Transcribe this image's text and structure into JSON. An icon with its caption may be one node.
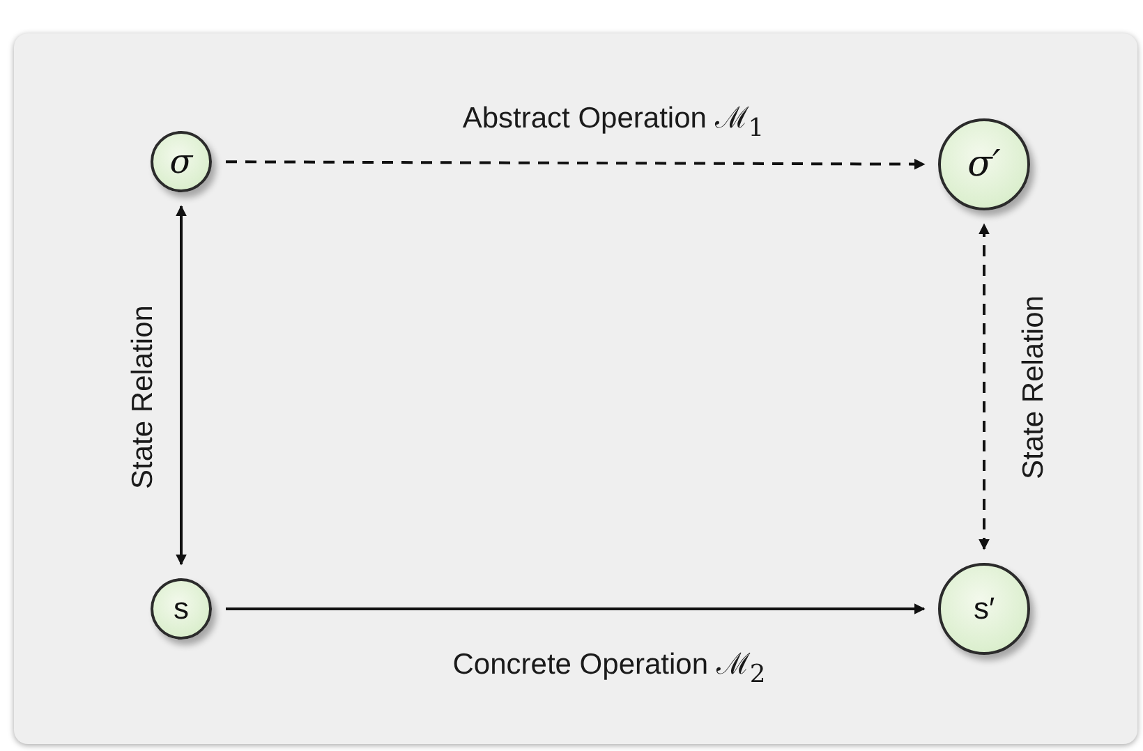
{
  "diagram": {
    "nodes": [
      {
        "text": [
          "σ"
        ]
      },
      {
        "text": [
          "σ′"
        ]
      },
      {
        "text": [
          "s"
        ]
      },
      {
        "text": [
          "s′"
        ]
      }
    ],
    "edges": [
      {
        "from": 0,
        "to": 1,
        "arrow": "to",
        "style": "dashed",
        "label": "Abstract Operation ℳ$_{1}$"
      },
      {
        "from": 2,
        "to": 0,
        "arrow": "both",
        "label": "State Relation"
      },
      {
        "from": 3,
        "to": 1,
        "arrow": "both",
        "style": "dashed",
        "label": "State Relation"
      },
      {
        "from": 2,
        "to": 3,
        "arrow": "to",
        "label": "Concrete Operation ℳ$_{2}$"
      }
    ]
  }
}
